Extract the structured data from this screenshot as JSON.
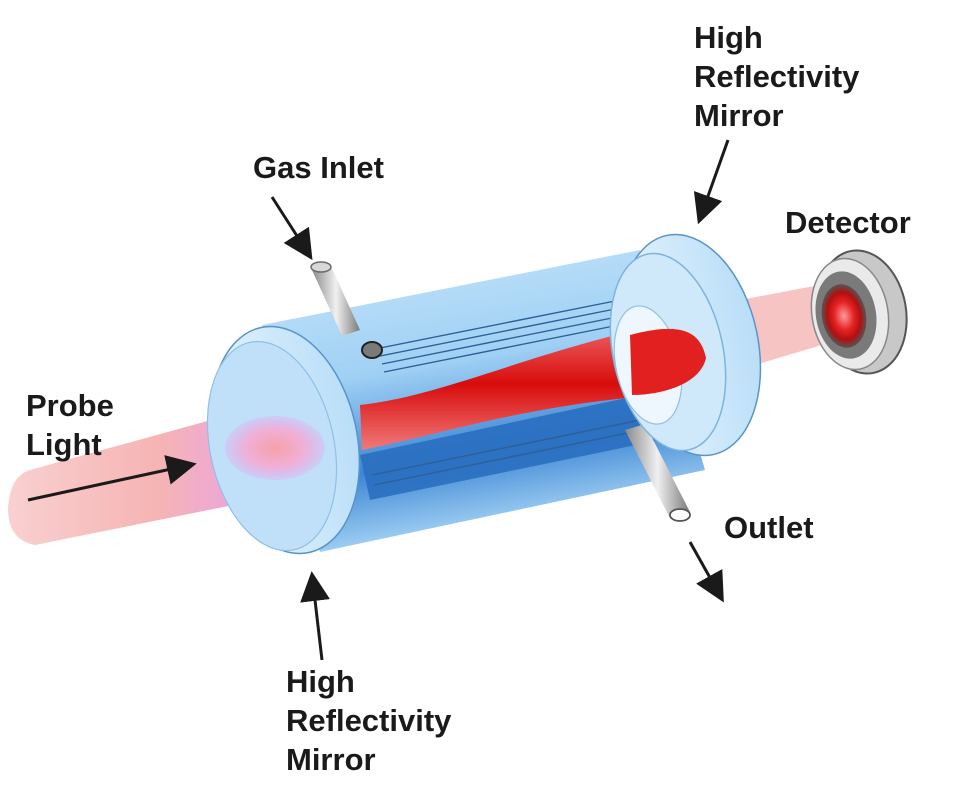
{
  "labels": {
    "mirror_top": [
      "High",
      "Reflectivity",
      "Mirror"
    ],
    "gas_inlet": "Gas Inlet",
    "detector": "Detector",
    "probe_light": [
      "Probe",
      "Light"
    ],
    "outlet": "Outlet",
    "mirror_bottom": [
      "High",
      "Reflectivity",
      "Mirror"
    ]
  },
  "colors": {
    "cell_body": "#9fd0f4",
    "cell_dark": "#2a6fc0",
    "beam_red": "#e01818",
    "probe_beam": "#f6b8b8",
    "probe_glow": "#e8a0e8",
    "mirror_rim": "#d4ecfb",
    "detector_ring": "#8a8a8a",
    "text": "#1a1a1a"
  }
}
